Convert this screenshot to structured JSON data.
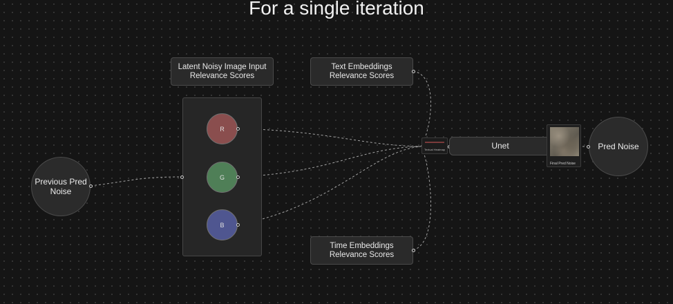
{
  "title": "For a single iteration",
  "nodes": {
    "latent_scores": "Latent Noisy Image Input\nRelevance Scores",
    "text_scores": "Text Embeddings\nRelevance Scores",
    "time_scores": "Time Embeddings\nRelevance Scores",
    "previous_pred_noise": "Previous Pred\nNoise",
    "pred_noise": "Pred Noise",
    "unet": "Unet",
    "mini_heatmap": "Textual Heatmap",
    "final_pred_noise": "Final Pred Noise"
  },
  "channels": [
    {
      "label": "R",
      "color": "#8a4e4e"
    },
    {
      "label": "G",
      "color": "#4f7f57"
    },
    {
      "label": "B",
      "color": "#4f5690"
    }
  ],
  "colors": {
    "background": "#151515",
    "node": "#2a2a2a",
    "wire": "#bdbdbd"
  }
}
